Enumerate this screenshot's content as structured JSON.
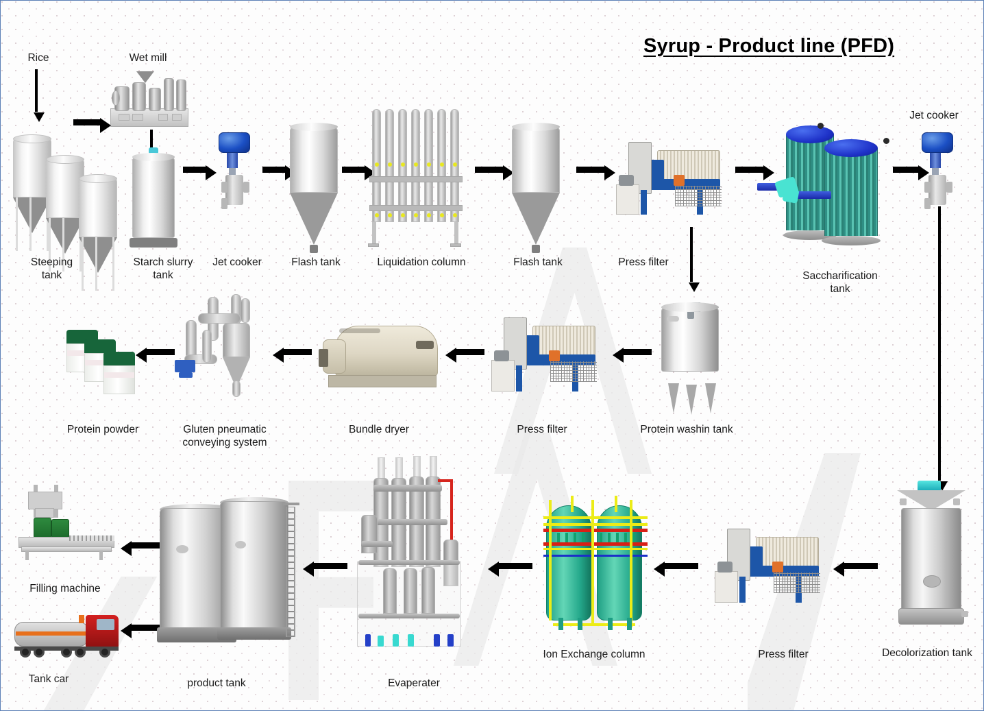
{
  "diagram": {
    "title": "Syrup - Product line (PFD)",
    "rows": {
      "row1": {
        "inputs": [
          {
            "name": "rice-input",
            "label": "Rice"
          },
          {
            "name": "wet-mill",
            "label": "Wet mill"
          }
        ],
        "steps": [
          {
            "name": "steeping-tank",
            "label": "Steeping\ntank"
          },
          {
            "name": "starch-slurry-tank",
            "label": "Starch slurry\ntank"
          },
          {
            "name": "jet-cooker-1",
            "label": "Jet cooker"
          },
          {
            "name": "flash-tank-1",
            "label": "Flash tank"
          },
          {
            "name": "liquidation-column",
            "label": "Liquidation column"
          },
          {
            "name": "flash-tank-2",
            "label": "Flash tank"
          },
          {
            "name": "press-filter-1",
            "label": "Press filter"
          },
          {
            "name": "saccharification-tank",
            "label": "Saccharification\ntank"
          },
          {
            "name": "jet-cooker-2",
            "label": "Jet cooker"
          }
        ]
      },
      "row2": {
        "steps": [
          {
            "name": "protein-powder",
            "label": "Protein powder"
          },
          {
            "name": "gluten-pneumatic-conveying-system",
            "label": "Gluten pneumatic\nconveying system"
          },
          {
            "name": "bundle-dryer",
            "label": "Bundle dryer"
          },
          {
            "name": "press-filter-2",
            "label": "Press filter"
          },
          {
            "name": "protein-washing-tank",
            "label": "Protein washin tank"
          }
        ]
      },
      "row3": {
        "steps": [
          {
            "name": "filling-machine",
            "label": "Filling machine"
          },
          {
            "name": "tank-car",
            "label": "Tank car"
          },
          {
            "name": "product-tank",
            "label": "product tank"
          },
          {
            "name": "evaporator",
            "label": "Evaperater"
          },
          {
            "name": "ion-exchange-column",
            "label": "Ion Exchange column"
          },
          {
            "name": "press-filter-3",
            "label": "Press filter"
          },
          {
            "name": "decolorization-tank",
            "label": "Decolorization tank"
          }
        ]
      }
    },
    "colors": {
      "border": "#5b7fb5",
      "background": "#fdfdfd",
      "arrow": "#000000",
      "title_text": "#000000",
      "label_text": "#1a1a1a",
      "press_filter_blue": "#1d56a8",
      "saccharification_teal": "#2f8f84",
      "saccharification_dome_blue": "#1f33c9",
      "ion_exchange_teal": "#25a98c",
      "ion_pipe_yellow": "#ecec17",
      "ion_pipe_red": "#d81f15",
      "valve_blue": "#1b4fc4",
      "bag_green": "#17653a",
      "truck_red": "#d32020",
      "liquidation_dot_yellow": "#e8e81f",
      "dryer_cream": "#ded7c4",
      "evaporator_red_pipe": "#d6251d"
    }
  }
}
